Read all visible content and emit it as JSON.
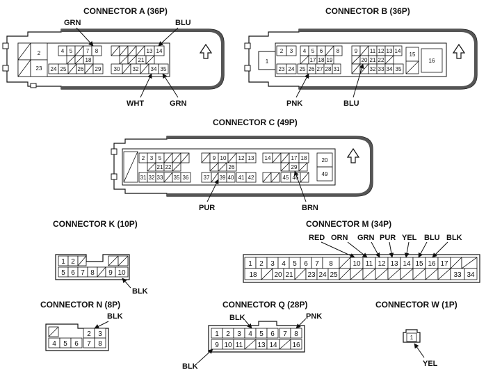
{
  "connectors": {
    "a": {
      "title": "CONNECTOR A (36P)",
      "top": [
        "2",
        "4",
        "5",
        "7",
        "8",
        "13",
        "14"
      ],
      "mid": [
        "18",
        "21"
      ],
      "bot": [
        "23",
        "24",
        "25",
        "26",
        "29",
        "30",
        "32",
        "34",
        "35"
      ],
      "wires": {
        "grn_top": "GRN",
        "blu": "BLU",
        "wht": "WHT",
        "grn_bot": "GRN"
      }
    },
    "b": {
      "title": "CONNECTOR B (36P)",
      "top": [
        "2",
        "3",
        "4",
        "5",
        "6",
        "8",
        "9",
        "11",
        "12",
        "13",
        "14"
      ],
      "mid": [
        "17",
        "18",
        "19",
        "20",
        "21",
        "22"
      ],
      "bot": [
        "23",
        "24",
        "25",
        "26",
        "27",
        "28",
        "31",
        "32",
        "33",
        "34",
        "35"
      ],
      "big": [
        "1",
        "15",
        "16"
      ],
      "wires": {
        "pnk": "PNK",
        "blu": "BLU"
      }
    },
    "c": {
      "title": "CONNECTOR C (49P)",
      "top": [
        "2",
        "3",
        "5",
        "9",
        "10",
        "12",
        "13",
        "14",
        "17",
        "18"
      ],
      "mid": [
        "21",
        "22",
        "26",
        "29"
      ],
      "bot": [
        "31",
        "32",
        "33",
        "35",
        "36",
        "37",
        "39",
        "40",
        "41",
        "42",
        "45",
        "46"
      ],
      "big": [
        "20",
        "49"
      ],
      "wires": {
        "pur": "PUR",
        "brn": "BRN"
      }
    },
    "k": {
      "title": "CONNECTOR K (10P)",
      "top": [
        "1",
        "2"
      ],
      "bot": [
        "5",
        "6",
        "7",
        "8",
        "9",
        "10"
      ],
      "wires": {
        "blk": "BLK"
      }
    },
    "m": {
      "title": "CONNECTOR M (34P)",
      "top": [
        "1",
        "2",
        "3",
        "4",
        "5",
        "6",
        "7",
        "8",
        "10",
        "11",
        "12",
        "13",
        "14",
        "15",
        "16",
        "17"
      ],
      "bot": [
        "18",
        "20",
        "21",
        "23",
        "24",
        "25",
        "33",
        "34"
      ],
      "wires": {
        "red": "RED",
        "orn": "ORN",
        "grn": "GRN",
        "pur": "PUR",
        "yel": "YEL",
        "blu": "BLU",
        "blk": "BLK"
      }
    },
    "n": {
      "title": "CONNECTOR N (8P)",
      "top": [
        "2",
        "3"
      ],
      "bot": [
        "4",
        "5",
        "6",
        "7",
        "8"
      ],
      "wires": {
        "blk": "BLK"
      }
    },
    "q": {
      "title": "CONNECTOR Q (28P)",
      "top": [
        "1",
        "2",
        "3",
        "4",
        "5",
        "6",
        "7",
        "8"
      ],
      "bot": [
        "9",
        "10",
        "11",
        "13",
        "14",
        "16"
      ],
      "wires": {
        "blk_top": "BLK",
        "pnk": "PNK",
        "blk_bot": "BLK"
      }
    },
    "w": {
      "title": "CONNECTOR W (1P)",
      "pins": [
        "1"
      ],
      "wires": {
        "yel": "YEL"
      }
    }
  }
}
